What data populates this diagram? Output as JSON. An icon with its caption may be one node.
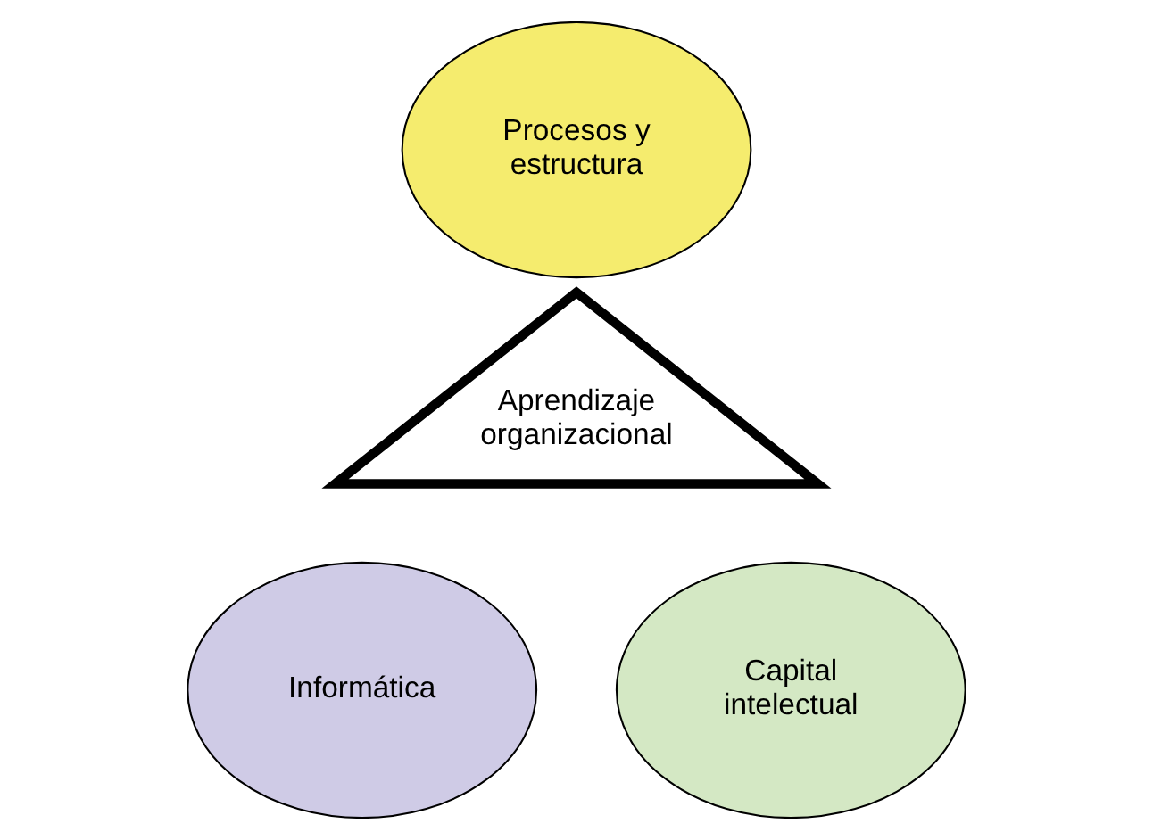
{
  "diagram": {
    "nodes": [
      {
        "text": [
          "Procesos y estructura"
        ]
      },
      {
        "text": [
          "Aprendizaje organizacional"
        ]
      },
      {
        "text": [
          "Informática"
        ]
      },
      {
        "text": [
          "Capital intelectual"
        ]
      }
    ]
  }
}
